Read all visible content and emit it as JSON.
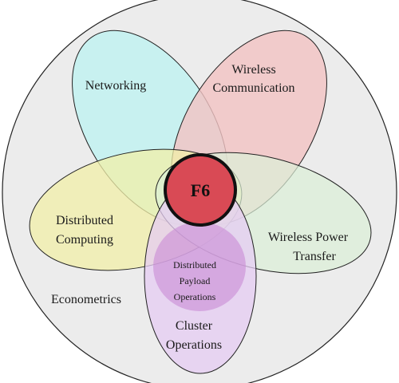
{
  "diagram": {
    "outer": {
      "label": "Econometrics",
      "fill": "#ececec"
    },
    "center": {
      "label": "F6",
      "fill": "#d94a55"
    },
    "petals": [
      {
        "id": "networking",
        "line1": "Networking",
        "line2": "",
        "fill": "#bff3f1"
      },
      {
        "id": "wireless-communication",
        "line1": "Wireless",
        "line2": "Communication",
        "fill": "#f3c3c3"
      },
      {
        "id": "distributed-computing",
        "line1": "Distributed",
        "line2": "Computing",
        "fill": "#f2efa8"
      },
      {
        "id": "wireless-power-transfer",
        "line1": "Wireless Power",
        "line2": "Transfer",
        "fill": "#dcf0d7"
      },
      {
        "id": "cluster-operations",
        "line1": "Cluster",
        "line2": "Operations",
        "fill": "#e6ccf3"
      }
    ],
    "inner": {
      "line1": "Distributed",
      "line2": "Payload",
      "line3": "Operations",
      "fill": "#c98ad6"
    }
  }
}
